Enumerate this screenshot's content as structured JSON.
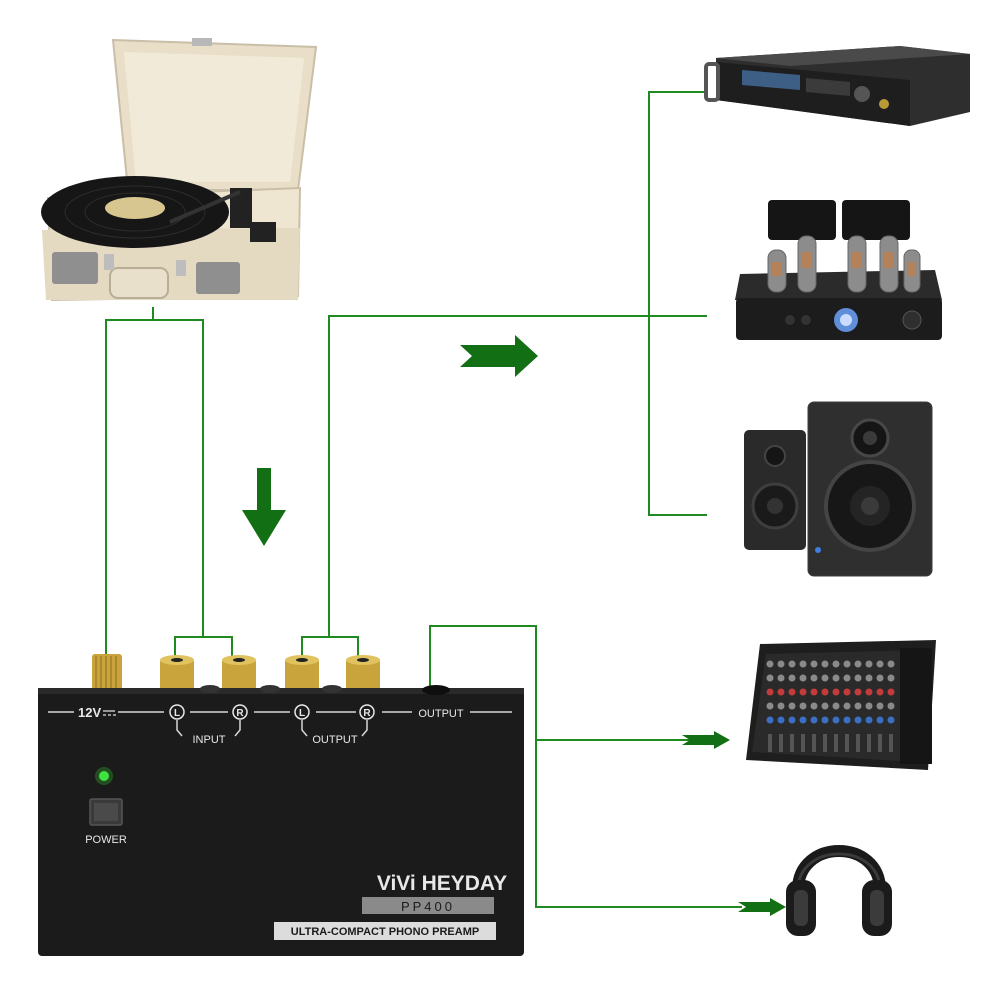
{
  "colors": {
    "connector": "#1f8a1f",
    "arrow": "#136f13",
    "device_body": "#1b1b1b",
    "panel_text": "#e8e8e8",
    "brass": "#c9a43c",
    "led": "#3fe23f",
    "turntable_case": "#efe6d2"
  },
  "preamp": {
    "power_label": "12V",
    "input_label": "INPUT",
    "output_group_label": "OUTPUT",
    "output_jack_label": "OUTPUT",
    "channel_left": "L",
    "channel_right": "R",
    "power_button_label": "POWER",
    "brand": "ViVi HEYDAY",
    "model": "PP400",
    "tagline": "ULTRA-COMPACT PHONO PREAMP"
  },
  "devices": [
    {
      "id": "turntable",
      "icon": "turntable-icon"
    },
    {
      "id": "receiver",
      "icon": "av-receiver-icon"
    },
    {
      "id": "tube-amplifier",
      "icon": "tube-amplifier-icon"
    },
    {
      "id": "speakers",
      "icon": "bookshelf-speakers-icon"
    },
    {
      "id": "mixer",
      "icon": "audio-mixer-icon"
    },
    {
      "id": "headphones",
      "icon": "headphones-icon"
    }
  ],
  "arrows": [
    {
      "id": "down",
      "icon": "arrow-down-icon"
    },
    {
      "id": "right",
      "icon": "arrow-right-icon"
    },
    {
      "id": "to-mixer",
      "icon": "arrow-right-small-icon"
    },
    {
      "id": "to-headphones",
      "icon": "arrow-right-small-icon"
    }
  ]
}
